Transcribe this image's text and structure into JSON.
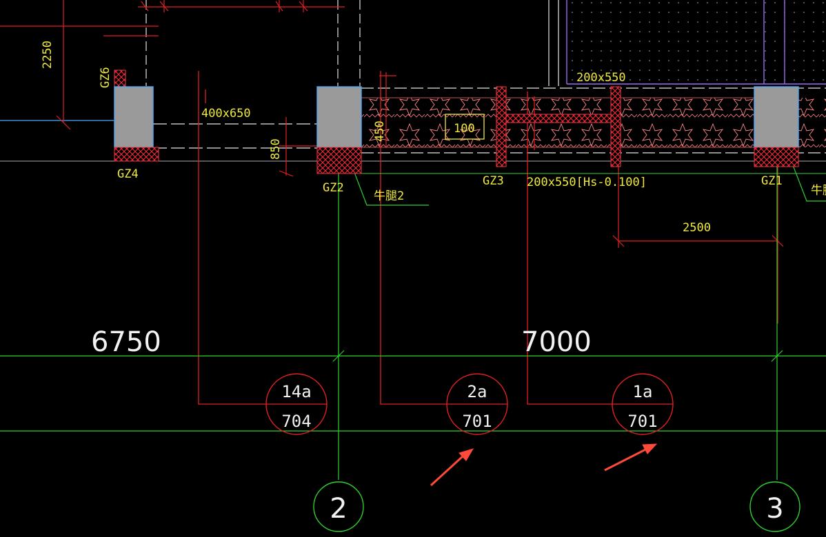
{
  "colors": {
    "background": "#000000",
    "red_line": "#e02020",
    "green_line": "#30d030",
    "yellow_text": "#f0ea40",
    "white_line": "#e6e6e6",
    "column_fill": "#9a9a9a",
    "column_edge": "#4aa8ff",
    "purple_line": "#9a6cf0",
    "hatch": "#ff3040",
    "arrow": "#ff4a3a"
  },
  "dimensions": {
    "d2250": "2250",
    "d850": "850",
    "d450": "450",
    "d2500": "2500",
    "d6750": "6750",
    "d7000": "7000"
  },
  "beams": {
    "b400x650": "400x650",
    "b200x550_top": "200x550",
    "b200x550_bottom": "200x550[Hs-0.100]",
    "box100": "100"
  },
  "columns": {
    "gz6": "GZ6",
    "gz4": "GZ4",
    "gz2": "GZ2",
    "gz3": "GZ3",
    "gz1": "GZ1"
  },
  "corbels": {
    "c2": "牛腿2",
    "c_right": "牛腿"
  },
  "detail_tags": [
    {
      "top": "14a",
      "bottom": "704"
    },
    {
      "top": "2a",
      "bottom": "701"
    },
    {
      "top": "1a",
      "bottom": "701"
    }
  ],
  "axes": {
    "axis2": "2",
    "axis3": "3"
  },
  "icons": {
    "pointer": "arrow-icon"
  }
}
